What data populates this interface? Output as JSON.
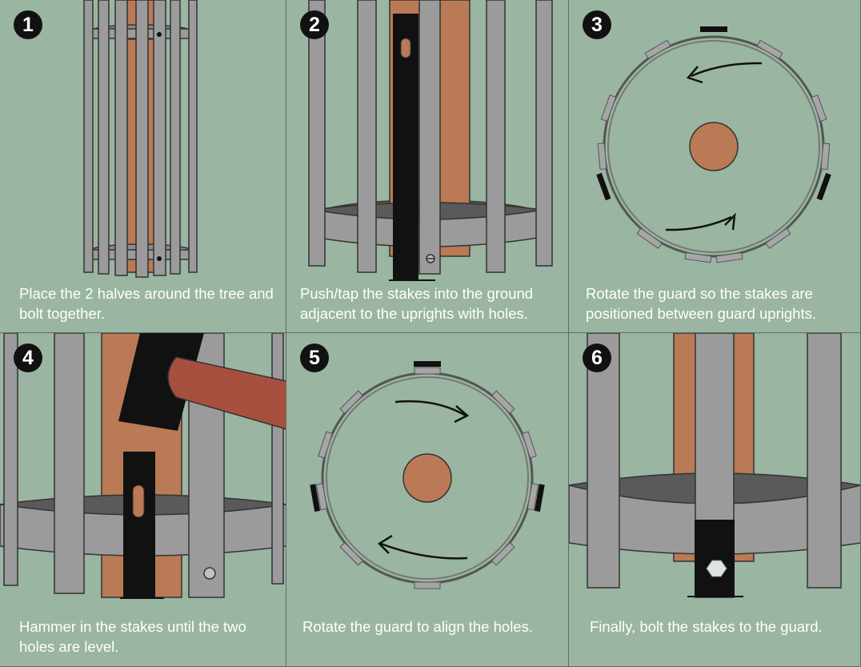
{
  "panels": [
    {
      "number": "1",
      "caption": "Place the 2 halves around the tree and bolt together."
    },
    {
      "number": "2",
      "caption": "Push/tap the stakes into the ground adjacent to the uprights with holes."
    },
    {
      "number": "3",
      "caption": "Rotate the guard so the stakes are positioned between guard uprights."
    },
    {
      "number": "4",
      "caption": "Hammer in the stakes until the two holes are level."
    },
    {
      "number": "5",
      "caption": "Rotate the guard to align the holes."
    },
    {
      "number": "6",
      "caption": "Finally, bolt the stakes to the guard."
    }
  ],
  "colors": {
    "background": "#9ab5a1",
    "metal": "#9b9b9b",
    "tree": "#b97a55",
    "stake": "#111111",
    "hammer_handle": "#a8503f",
    "outline": "#333333",
    "text": "#ffffff"
  }
}
